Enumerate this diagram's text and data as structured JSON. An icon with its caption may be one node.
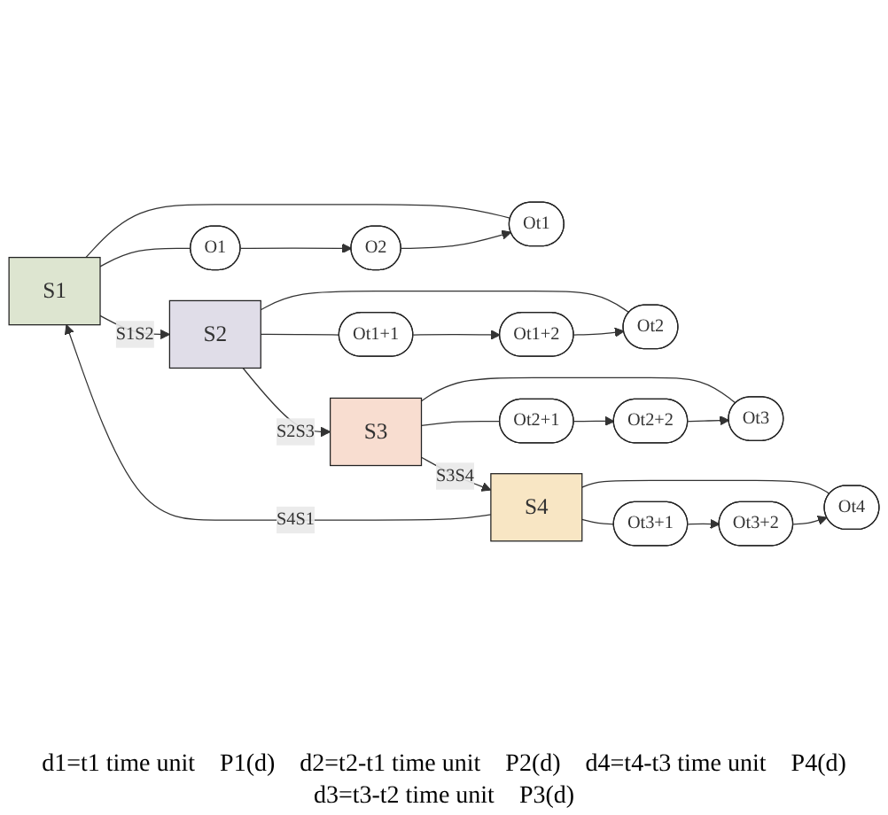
{
  "diagram": {
    "nodes": [
      {
        "text": [
          "S1"
        ]
      },
      {
        "text": [
          "S2"
        ]
      },
      {
        "text": [
          "O1"
        ]
      },
      {
        "text": [
          "O2"
        ]
      },
      {
        "text": [
          "Ot1"
        ]
      },
      {
        "text": [
          "Ot1+1"
        ]
      },
      {
        "text": [
          "Ot1+2"
        ]
      },
      {
        "text": [
          "Ot2"
        ]
      },
      {
        "text": [
          "S4"
        ]
      },
      {
        "text": [
          "S3"
        ]
      },
      {
        "text": [
          "Ot3+1"
        ]
      },
      {
        "text": [
          "Ot3+2"
        ]
      },
      {
        "text": [
          "Ot4"
        ]
      },
      {
        "text": [
          "Ot2+1"
        ]
      },
      {
        "text": [
          "Ot2+2"
        ]
      },
      {
        "text": [
          "Ot3"
        ]
      }
    ],
    "edges": [
      {
        "from": 0,
        "to": 1,
        "arrow": "to",
        "label": "S1S2"
      },
      {
        "from": 1,
        "to": 9,
        "arrow": "to",
        "label": "S2S3"
      },
      {
        "from": 9,
        "to": 8,
        "arrow": "to",
        "label": "S3S4"
      },
      {
        "from": 8,
        "to": 0,
        "arrow": "to",
        "label": "S4S1"
      },
      {
        "from": 0,
        "to": 2,
        "arrow": "none"
      },
      {
        "from": 0,
        "to": 4,
        "arrow": "none"
      },
      {
        "from": 2,
        "to": 3,
        "arrow": "to"
      },
      {
        "from": 3,
        "to": 4,
        "arrow": "to"
      },
      {
        "from": 1,
        "to": 5,
        "arrow": "none"
      },
      {
        "from": 1,
        "to": 7,
        "arrow": "none"
      },
      {
        "from": 5,
        "to": 6,
        "arrow": "to"
      },
      {
        "from": 6,
        "to": 7,
        "arrow": "to"
      },
      {
        "from": 8,
        "to": 10,
        "arrow": "none"
      },
      {
        "from": 8,
        "to": 12,
        "arrow": "none"
      },
      {
        "from": 10,
        "to": 11,
        "arrow": "to"
      },
      {
        "from": 11,
        "to": 12,
        "arrow": "to"
      },
      {
        "from": 9,
        "to": 13,
        "arrow": "none"
      },
      {
        "from": 9,
        "to": 15,
        "arrow": "none"
      },
      {
        "from": 13,
        "to": 14,
        "arrow": "to"
      },
      {
        "from": 14,
        "to": 15,
        "arrow": "to"
      }
    ],
    "labels": [
      "d1=t1 time unit",
      "P1(d)",
      "d2=t2-t1 time unit",
      "P2(d)",
      "d4=t4-t3 time unit",
      "P4(d)",
      "d3=t3-t2 time unit",
      "P3(d)"
    ]
  }
}
